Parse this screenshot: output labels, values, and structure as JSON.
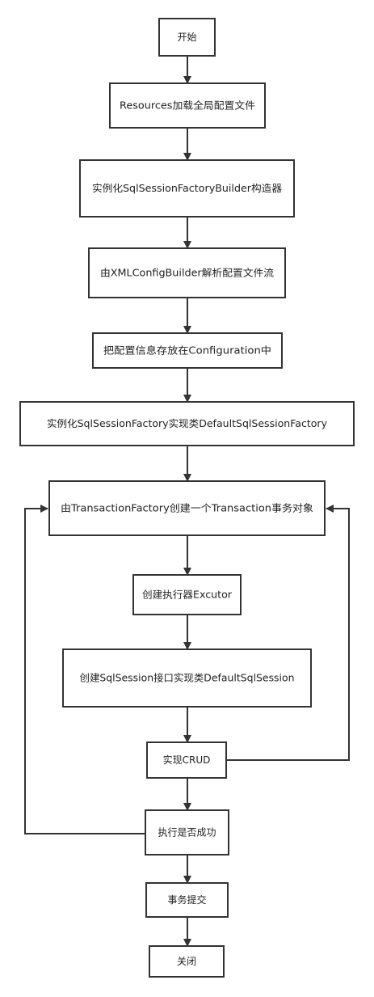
{
  "diagram": {
    "stroke_color": "#333333",
    "fill_color": "#ffffff",
    "text_color": "#222222",
    "nodes": {
      "start": "开始",
      "load_config": "Resources加载全局配置文件",
      "builder": "实例化SqlSessionFactoryBuilder构造器",
      "parse_xml": "由XMLConfigBuilder解析配置文件流",
      "store_config": "把配置信息存放在Configuration中",
      "factory": "实例化SqlSessionFactory实现类DefaultSqlSessionFactory",
      "transaction": "由TransactionFactory创建一个Transaction事务对象",
      "executor": "创建执行器Excutor",
      "session": "创建SqlSession接口实现类DefaultSqlSession",
      "crud": "实现CRUD",
      "success_check": "执行是否成功",
      "commit": "事务提交",
      "close": "关闭"
    }
  }
}
